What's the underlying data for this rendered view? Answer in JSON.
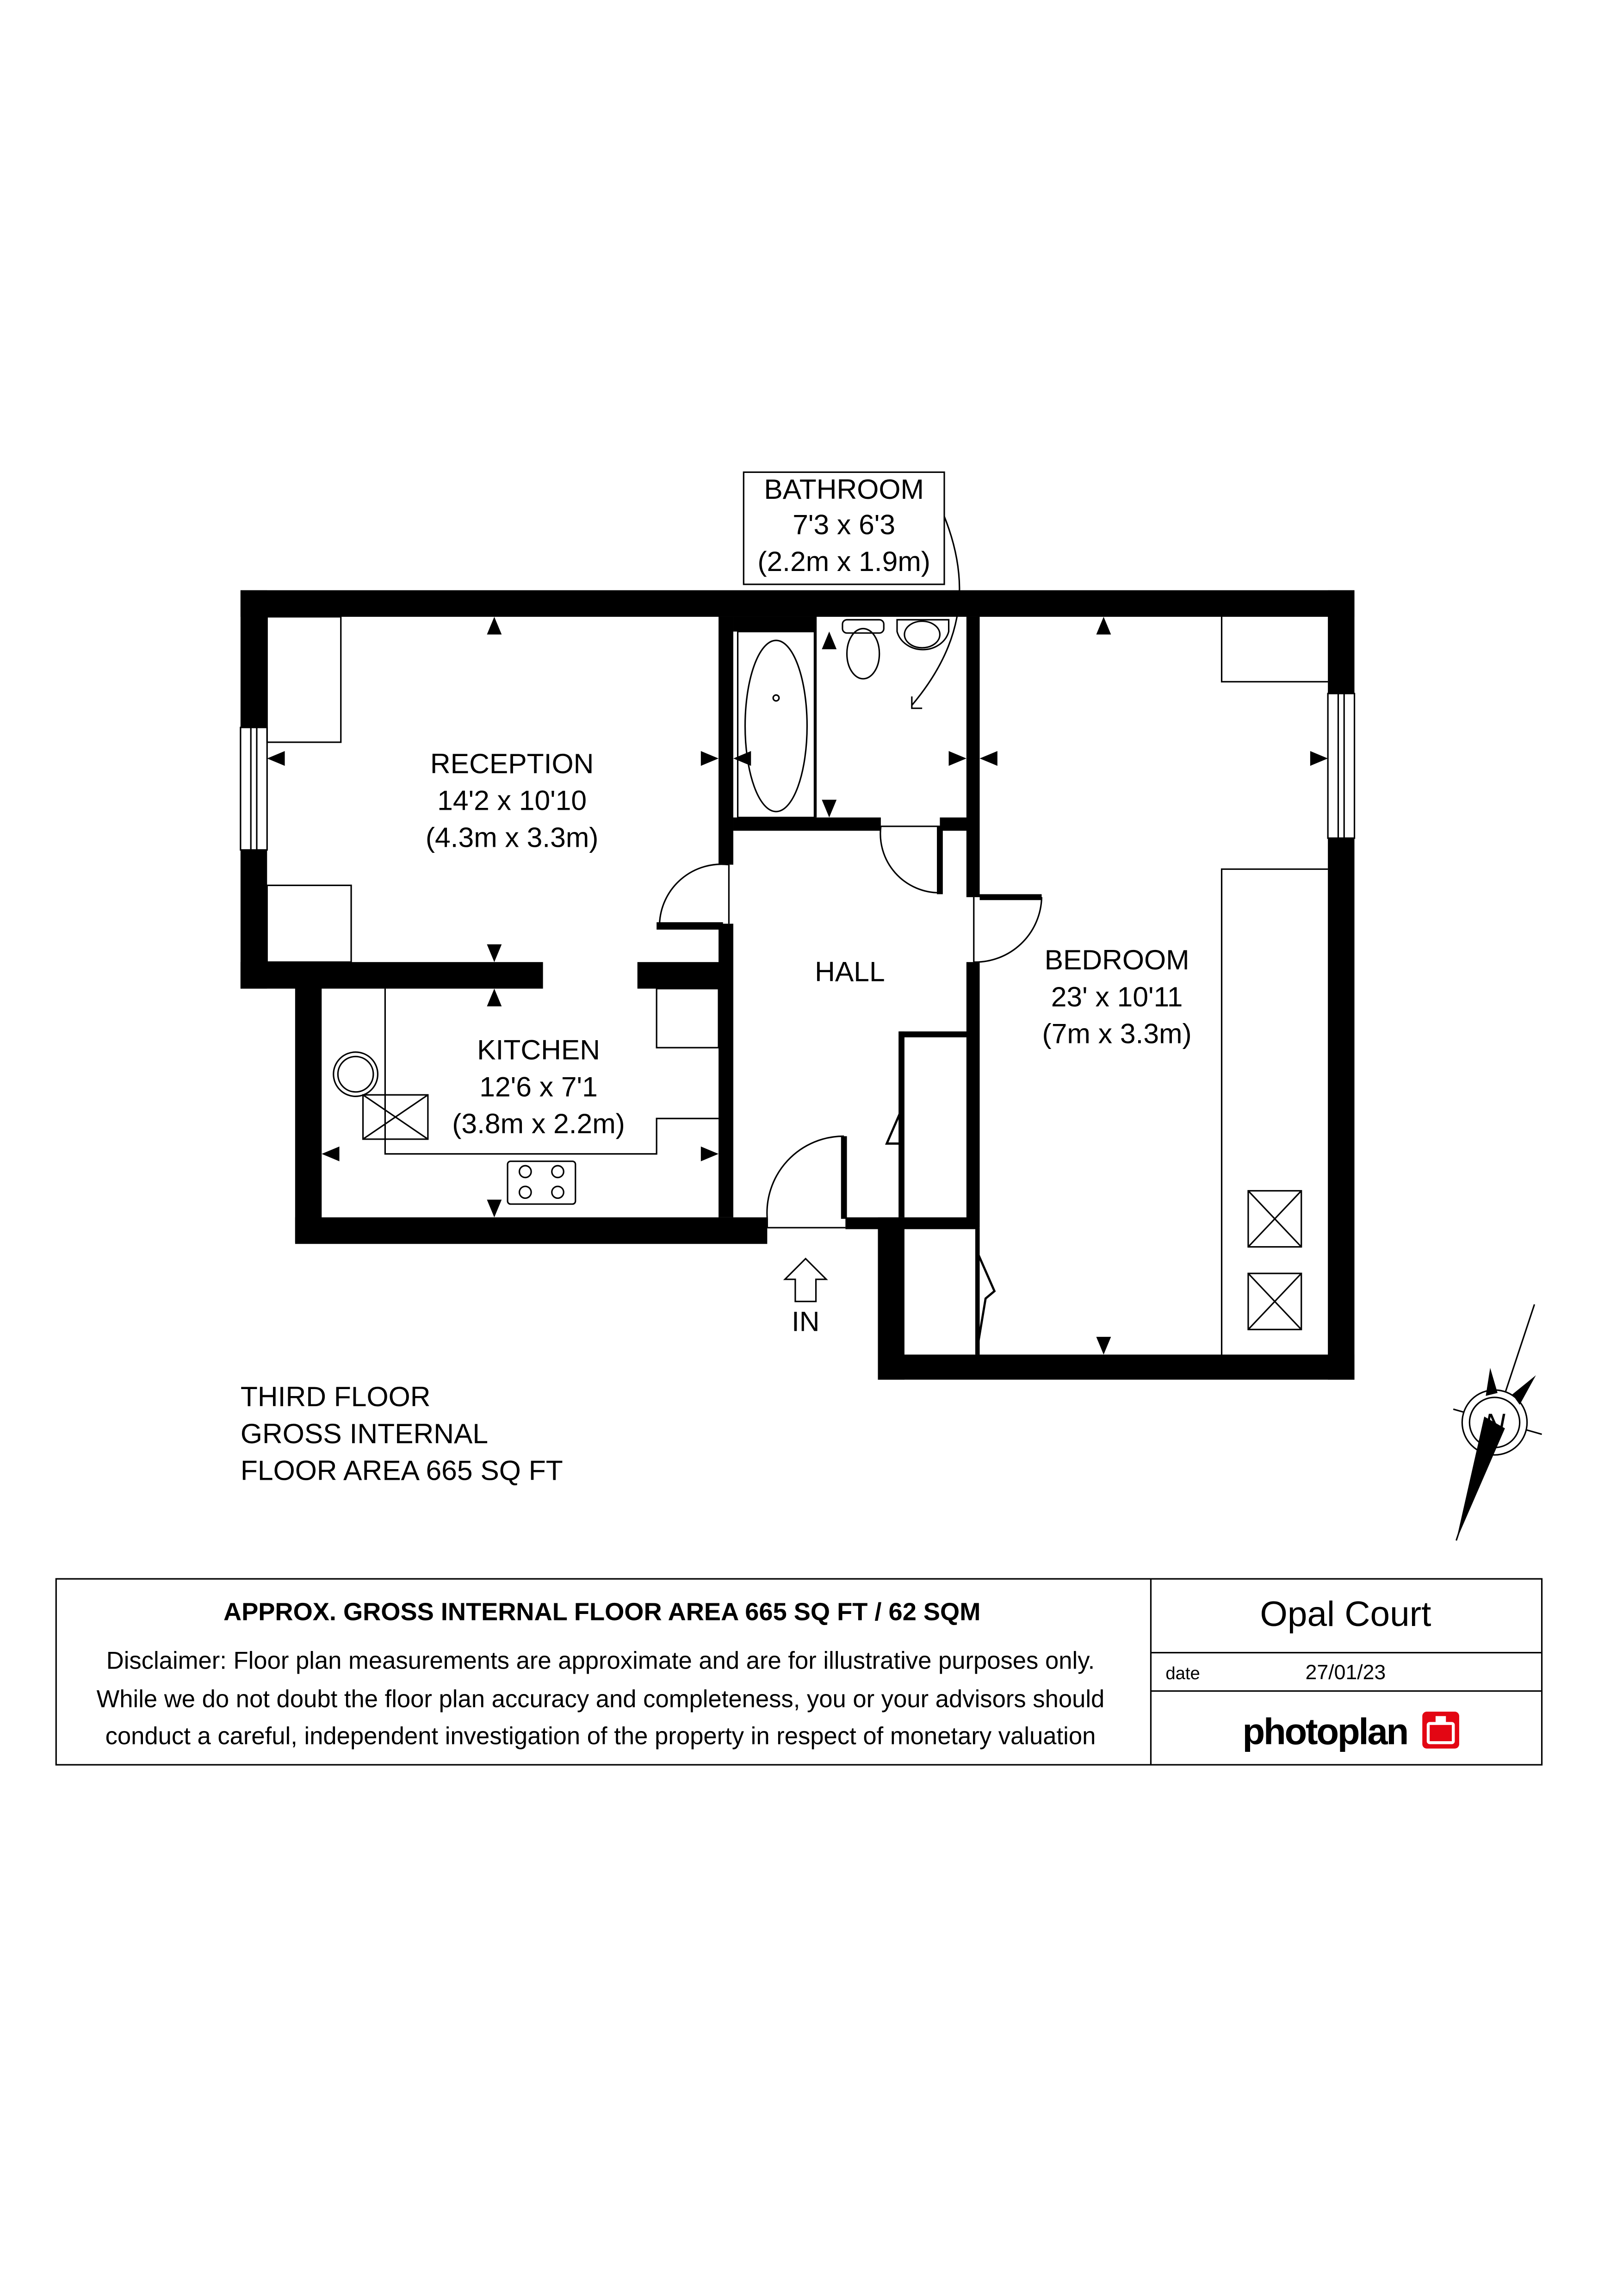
{
  "rooms": {
    "bathroom": {
      "name": "BATHROOM",
      "imperial": "7'3 x 6'3",
      "metric": "(2.2m x 1.9m)"
    },
    "reception": {
      "name": "RECEPTION",
      "imperial": "14'2 x 10'10",
      "metric": "(4.3m x 3.3m)"
    },
    "kitchen": {
      "name": "KITCHEN",
      "imperial": "12'6 x 7'1",
      "metric": "(3.8m x 2.2m)"
    },
    "hall": {
      "name": "HALL"
    },
    "bedroom": {
      "name": "BEDROOM",
      "imperial": "23' x 10'11",
      "metric": "(7m x 3.3m)"
    }
  },
  "entrance_label": "IN",
  "floor_info": [
    "THIRD FLOOR",
    "GROSS INTERNAL",
    "FLOOR AREA 665 SQ FT"
  ],
  "compass_label": "N",
  "footer": {
    "area_title": "APPROX. GROSS INTERNAL FLOOR AREA 665 SQ FT / 62 SQM",
    "disclaimer": [
      "Disclaimer: Floor plan measurements are approximate and are for illustrative purposes only.",
      "While we do not doubt the floor plan accuracy and completeness, you or your advisors should",
      "conduct a careful, independent investigation of the property in respect of monetary valuation"
    ],
    "property_name": "Opal Court",
    "date_label": "date",
    "date_value": "27/01/23",
    "logo_text": "photoplan",
    "logo_color": "#e30613"
  }
}
